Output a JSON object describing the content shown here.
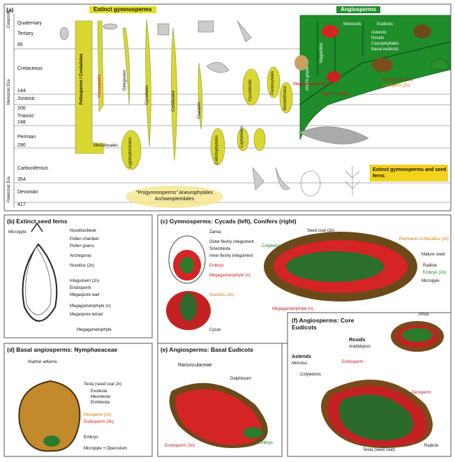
{
  "panel_a": {
    "label": "(a)",
    "header_extinct": "Extinct gymnosperms",
    "header_angio": "Angiosperms",
    "eras": [
      "Cenozoic",
      "Mesozoic Era",
      "Paleozoic Era"
    ],
    "periods": [
      {
        "name": "Quaternary",
        "age": ""
      },
      {
        "name": "Tertiary",
        "age": "65"
      },
      {
        "name": "Cretaceous",
        "age": "144"
      },
      {
        "name": "Jurassic",
        "age": "206"
      },
      {
        "name": "Triassic",
        "age": "248"
      },
      {
        "name": "Permian",
        "age": "290"
      },
      {
        "name": "Carboniferous",
        "age": "354"
      },
      {
        "name": "Devonian",
        "age": "417"
      }
    ],
    "lineages": [
      "Peltasperms / Cordaitales",
      "Glossopteris",
      "Ginkgoales",
      "Cycadales",
      "Coniferales",
      "Gnetales",
      "Cycadeoids",
      "Pentoxylales",
      "Bennettitales",
      "Caytoniales",
      "Medullosales",
      "Lyginopteridales",
      "Callistophytales"
    ],
    "angio_labels": [
      "Monocots",
      "Eudicots",
      "Asterids",
      "Rosids",
      "Caryophyllales",
      "Basal eudicots",
      "Magnoliids",
      "ANITA grade"
    ],
    "red_notes": [
      "Megagametophyte (n)",
      "Endosperm (3n)",
      "Perisperm (2n)",
      "Zygotic embryo"
    ],
    "legend_box": "Extinct gymnosperms and seed ferns",
    "bottom_label": "\"Progymnosperms\" Aneurophytales Archaeopteridales"
  },
  "panel_b": {
    "title": "(b) Extinct seed ferns",
    "labels": [
      "Micropyle",
      "Nucellus/beak",
      "Pollen chamber",
      "Pollen grains",
      "Archegonia",
      "Nucellus (2n)",
      "Integument (2n)",
      "Endosperm",
      "Megaspore wall",
      "Megagametophyte (n)",
      "Megaspore tetrad"
    ],
    "footer": "Megagametophyte"
  },
  "panel_c": {
    "title": "(c) Gymnosperms: Cycads (left), Conifers (right)",
    "left_labels": [
      "Zamia",
      "Outer fleshy integument",
      "Sclerotesta",
      "Inner fleshy integument",
      "Embryo",
      "Megagametophyte (n)",
      "Nucellus (2n)",
      "Cycas"
    ],
    "right_labels": [
      "Seed coat (2n)",
      "Cotyledons",
      "Remnants of Nucellus (2n)",
      "Mature seed",
      "Radicle",
      "Embryo (2n)",
      "Micropyle",
      "Megagametophyte (n)",
      "Pinus"
    ]
  },
  "panel_d": {
    "title": "(d) Basal angiosperms: Nymphaeaceae",
    "subtitle": "Nuphar advena",
    "labels": [
      "Testa (seed coat 2n)",
      "Exotesta",
      "Mesotesta",
      "Endotesta",
      "Perisperm (2n)",
      "Endosperm (3n)",
      "Embryo",
      "Micropyle + Operculum"
    ]
  },
  "panel_e": {
    "title": "(e) Angiosperms: Basal Eudicots",
    "subtitle": "Ranunculaceae",
    "labels": [
      "Delphinium",
      "Embryo",
      "Endosperm (3n)"
    ]
  },
  "panel_f": {
    "title": "(f) Angiosperms: Core Eudicots",
    "labels": [
      "Rosids",
      "Arabidopsis",
      "Asterids",
      "Mimulus",
      "Cotyledons",
      "Endosperm",
      "Perisperm",
      "Radicle",
      "Testa (seed coat)"
    ]
  }
}
